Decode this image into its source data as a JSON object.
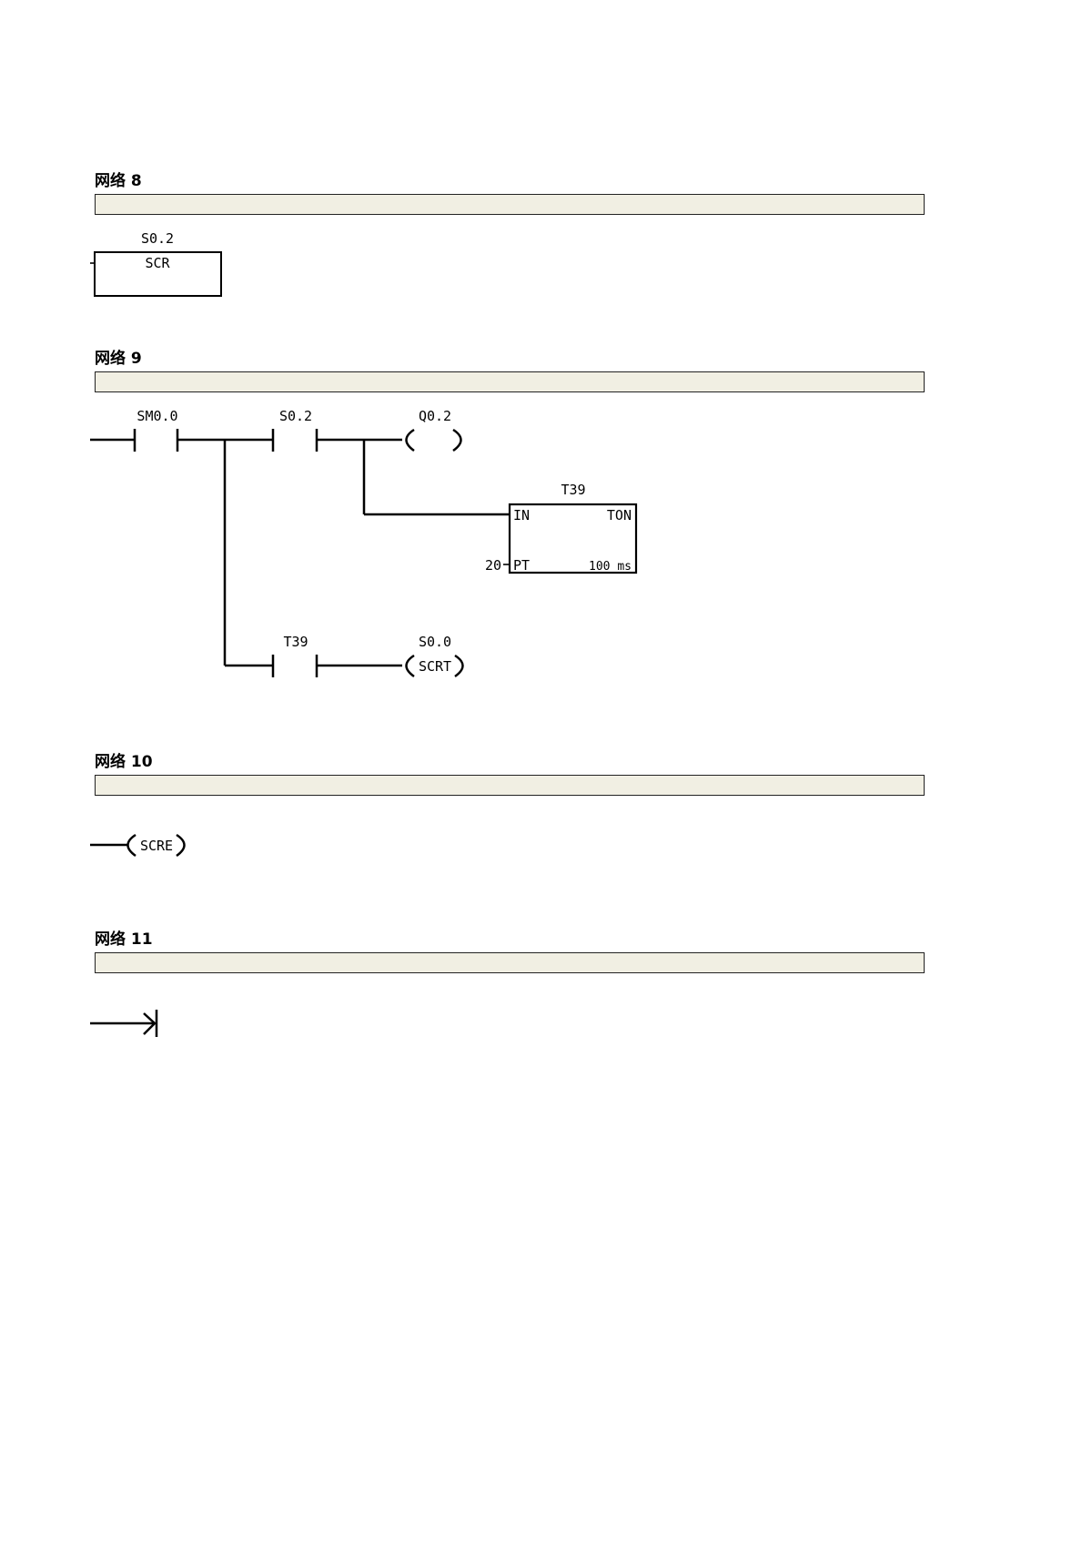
{
  "networks": [
    {
      "title": "网络 8",
      "comment": ""
    },
    {
      "title": "网络 9",
      "comment": ""
    },
    {
      "title": "网络 10",
      "comment": ""
    },
    {
      "title": "网络 11",
      "comment": ""
    }
  ],
  "net8": {
    "scr_address": "S0.2",
    "scr_label": "SCR"
  },
  "net9": {
    "contact1_address": "SM0.0",
    "contact2_address": "S0.2",
    "coil_address": "Q0.2",
    "timer_address": "T39",
    "timer_type": "TON",
    "timer_in": "IN",
    "timer_pt": "PT",
    "timer_pt_value": "20",
    "timer_base": "100 ms",
    "contact3_address": "T39",
    "scrt_address": "S0.0",
    "scrt_label": "SCRT",
    "pt_value_color": "#8a8a00"
  },
  "net10": {
    "scre_label": "SCRE"
  }
}
